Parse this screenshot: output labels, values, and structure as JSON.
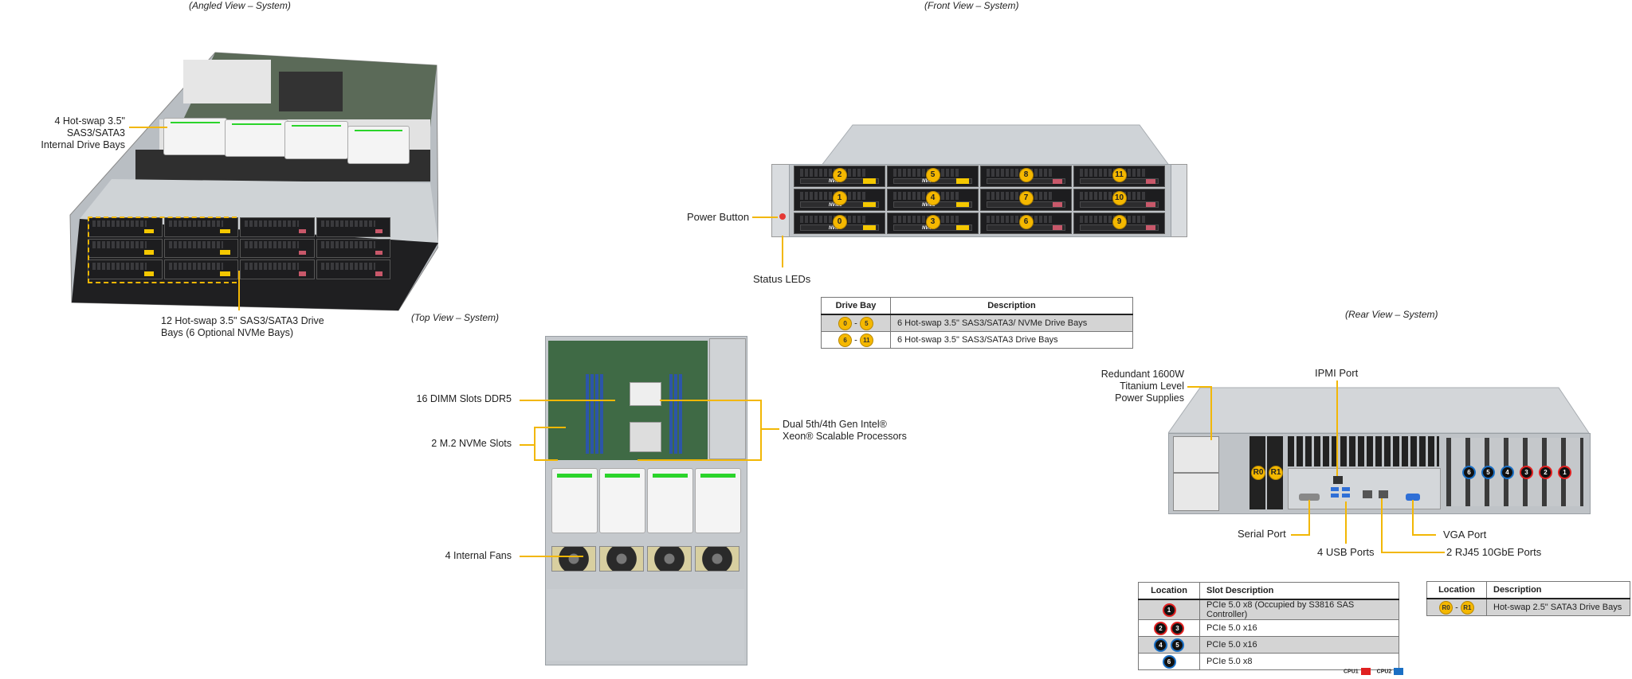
{
  "captions": {
    "angled": "(Angled View – System)",
    "front": "(Front View – System)",
    "top": "(Top View – System)",
    "rear": "(Rear View – System)"
  },
  "angled_view": {
    "labels": {
      "internal_bays_line1": "4 Hot-swap  3.5\" SAS3/SATA3",
      "internal_bays_line2": "Internal  Drive Bays",
      "front_bays_line1": "12 Hot-swap  3.5\" SAS3/SATA3 Drive",
      "front_bays_line2": "Bays (6 Optional NVMe Bays)"
    }
  },
  "front_view": {
    "labels": {
      "power_button": "Power Button",
      "status_leds": "Status LEDs"
    },
    "bay_columns": [
      [
        "2",
        "1",
        "0"
      ],
      [
        "5",
        "4",
        "3"
      ],
      [
        "8",
        "7",
        "6"
      ],
      [
        "11",
        "10",
        "9"
      ]
    ],
    "nvme_badge": "NVMe",
    "drive_bay_table": {
      "headers": [
        "Drive Bay",
        "Description"
      ],
      "rows": [
        {
          "from": "0",
          "to": "5",
          "description": "6 Hot-swap  3.5\" SAS3/SATA3/ NVMe Drive  Bays"
        },
        {
          "from": "6",
          "to": "11",
          "description": "6 Hot-swap  3.5\" SAS3/SATA3 Drive  Bays"
        }
      ]
    }
  },
  "top_view": {
    "labels": {
      "dimm": "16 DIMM Slots DDR5",
      "m2": "2 M.2 NVMe Slots",
      "cpu_line1": "Dual 5th/4th Gen Intel®",
      "cpu_line2": "Xeon® Scalable Processors",
      "fans": "4 Internal  Fans"
    }
  },
  "rear_view": {
    "labels": {
      "psu_line1": "Redundant  1600W",
      "psu_line2": "Titanium  Level",
      "psu_line3": "Power Supplies",
      "ipmi": "IPMI  Port",
      "serial": "Serial Port",
      "usb": "4 USB Ports",
      "vga": "VGA Port",
      "rj45": "2 RJ45  10GbE Ports"
    },
    "rear_bays": [
      "R0",
      "R1"
    ],
    "pcie_slots": [
      {
        "n": "6",
        "cpu": "cpu2"
      },
      {
        "n": "5",
        "cpu": "cpu2"
      },
      {
        "n": "4",
        "cpu": "cpu2"
      },
      {
        "n": "3",
        "cpu": "cpu1"
      },
      {
        "n": "2",
        "cpu": "cpu1"
      },
      {
        "n": "1",
        "cpu": "cpu1"
      }
    ],
    "slot_table": {
      "headers": [
        "Location",
        "Slot Description"
      ],
      "rows": [
        {
          "slots": [
            "1"
          ],
          "cpu": "cpu1",
          "description": "PCIe 5.0 x8 (Occupied by S3816 SAS Controller)"
        },
        {
          "slots": [
            "2",
            "3"
          ],
          "cpu": "cpu1",
          "description": "PCIe 5.0 x16"
        },
        {
          "slots": [
            "4",
            "5"
          ],
          "cpu": "cpu2",
          "description": "PCIe 5.0 x16"
        },
        {
          "slots": [
            "6"
          ],
          "cpu": "cpu2",
          "description": "PCIe 5.0 x8"
        }
      ]
    },
    "cpu_legend": [
      {
        "label": "CPU1",
        "color": "#e02020"
      },
      {
        "label": "CPU2",
        "color": "#1a6fc4"
      }
    ],
    "rear_bay_table": {
      "headers": [
        "Location",
        "Description"
      ],
      "rows": [
        {
          "from": "R0",
          "to": "R1",
          "description": "Hot-swap 2.5\" SATA3 Drive  Bays"
        }
      ]
    }
  },
  "colors": {
    "callout": "#f2b705",
    "bay_badge": "#f5b800",
    "cpu1": "#e02020",
    "cpu2": "#1a6fc4"
  }
}
